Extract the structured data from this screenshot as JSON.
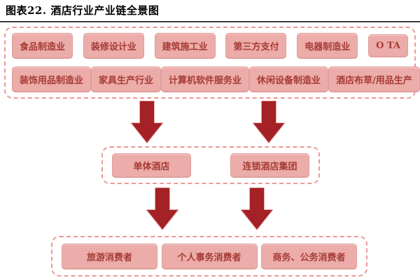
{
  "title": "图表22. 酒店行业产业链全景图",
  "colors": {
    "box_fill": "#ecaca9",
    "box_border": "#de9b98",
    "box_text": "#a63c35",
    "dashed_border": "#ea9a96",
    "arrow_fill": "#a42125",
    "arrow_outline": "#e7aba8",
    "rule": "#3f3f3f",
    "title_text": "#000000"
  },
  "upstream": {
    "row1": [
      "食品制造业",
      "装修设计业",
      "建筑施工业",
      "第三方支付",
      "电器制造业",
      "O TA"
    ],
    "row2": [
      "装饰用品制造业",
      "家具生产行业",
      "计算机软件服务业",
      "休闲设备制造业",
      "酒店布草/用品生产"
    ]
  },
  "midstream": [
    "单体酒店",
    "连锁酒店集团"
  ],
  "downstream": [
    "旅游消费者",
    "个人事务消费者",
    "商务、公务消费者"
  ]
}
